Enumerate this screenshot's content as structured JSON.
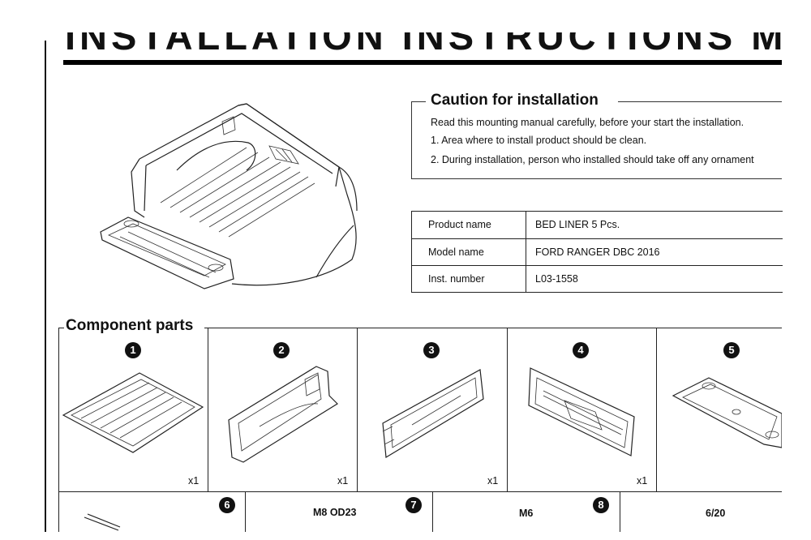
{
  "manual": {
    "title": "INSTALLATION INSTRUCTIONS MANUA"
  },
  "caution": {
    "title": "Caution for installation",
    "lines": [
      "Read this mounting manual carefully, before your start the installation.",
      "1. Area where to install product should be clean.",
      "2. During installation, person who installed should take off any ornament"
    ]
  },
  "product_info": {
    "rows": [
      {
        "label": "Product name",
        "value": "BED LINER 5 Pcs."
      },
      {
        "label": "Model name",
        "value": "FORD RANGER DBC 2016"
      },
      {
        "label": "Inst. number",
        "value": "L03-1558"
      }
    ]
  },
  "components": {
    "title": "Component parts",
    "parts": [
      {
        "number": "1",
        "quantity": "x1",
        "icon": "bed-floor-liner-icon"
      },
      {
        "number": "2",
        "quantity": "x1",
        "icon": "left-side-panel-icon"
      },
      {
        "number": "3",
        "quantity": "x1",
        "icon": "right-side-panel-icon"
      },
      {
        "number": "4",
        "quantity": "x1",
        "icon": "front-panel-icon"
      },
      {
        "number": "5",
        "quantity": "",
        "icon": "tailgate-liner-icon"
      }
    ],
    "hardware": [
      {
        "number": "6",
        "label": "",
        "icon": "rod-icon"
      },
      {
        "number": "7",
        "label": "M8 OD23"
      },
      {
        "number": "8",
        "label": "M6"
      },
      {
        "number": "",
        "label": "6/20"
      }
    ]
  }
}
